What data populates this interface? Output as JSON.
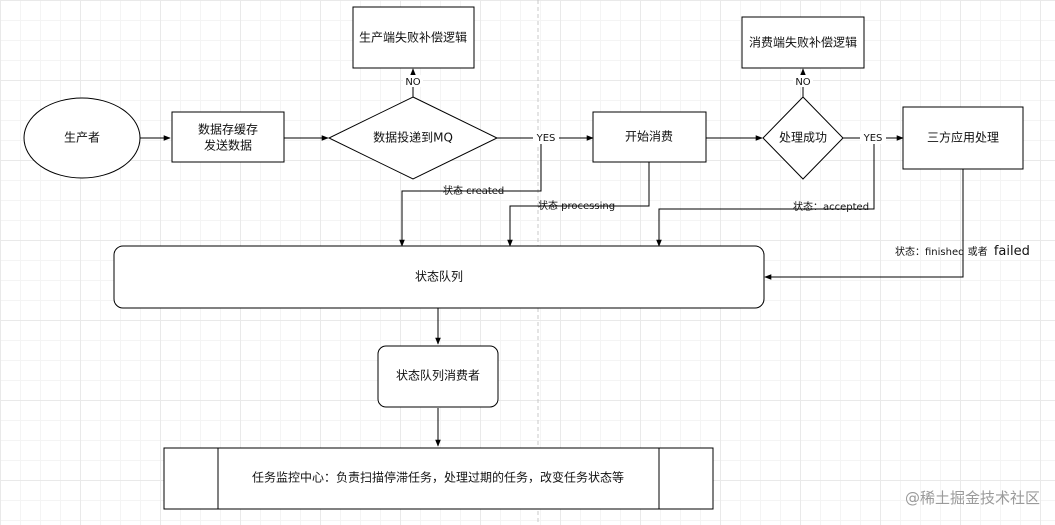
{
  "diagram": {
    "nodes": {
      "producer": "生产者",
      "cache_line1": "数据存缓存",
      "cache_line2": "发送数据",
      "deliver_mq": "数据投递到MQ",
      "producer_compensation": "生产端失败补偿逻辑",
      "start_consume": "开始消费",
      "process_success": "处理成功",
      "consumer_compensation": "消费端失败补偿逻辑",
      "third_party": "三方应用处理",
      "status_queue": "状态队列",
      "status_queue_consumer": "状态队列消费者",
      "task_monitor": "任务监控中心：负责扫描停滞任务，处理过期的任务，改变任务状态等"
    },
    "edges": {
      "no_1": "NO",
      "yes_1": "YES",
      "no_2": "NO",
      "yes_2": "YES",
      "status_created": "状态 created",
      "status_processing": "状态  processing",
      "status_accepted": "状态：accepted",
      "status_finished_prefix": "状态：finished 或者",
      "status_finished_suffix": "failed"
    }
  },
  "watermark": "@稀土掘金技术社区"
}
